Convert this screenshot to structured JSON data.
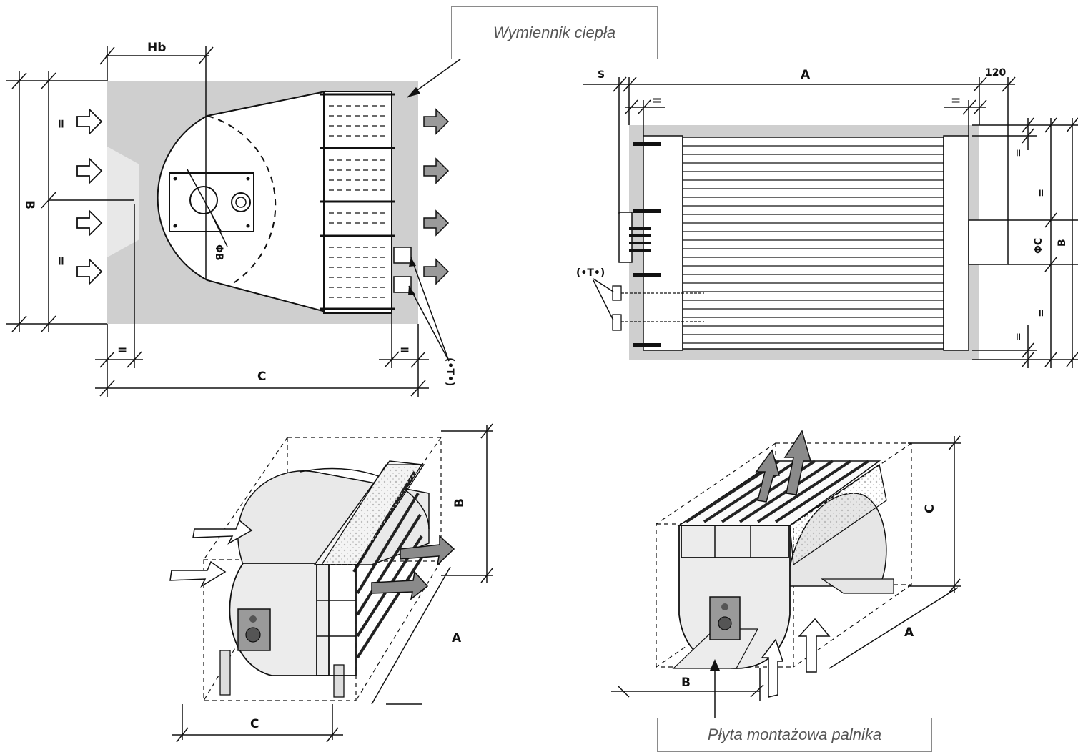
{
  "callouts": {
    "heat_exchanger": "Wymiennik ciepła",
    "burner_plate": "Płyta montażowa palnika"
  },
  "labels": {
    "hb": "Hb",
    "a": "A",
    "b": "B",
    "c": "C",
    "s": "S",
    "phi_b": "ΦB",
    "phi_c": "ΦC",
    "equal": "=",
    "t": "(•T•)",
    "dim_120": "120"
  },
  "colors": {
    "housing": "#cfcfcf",
    "line": "#111111",
    "arrow_in": "#ffffff",
    "arrow_out": "#9a9a9a"
  }
}
